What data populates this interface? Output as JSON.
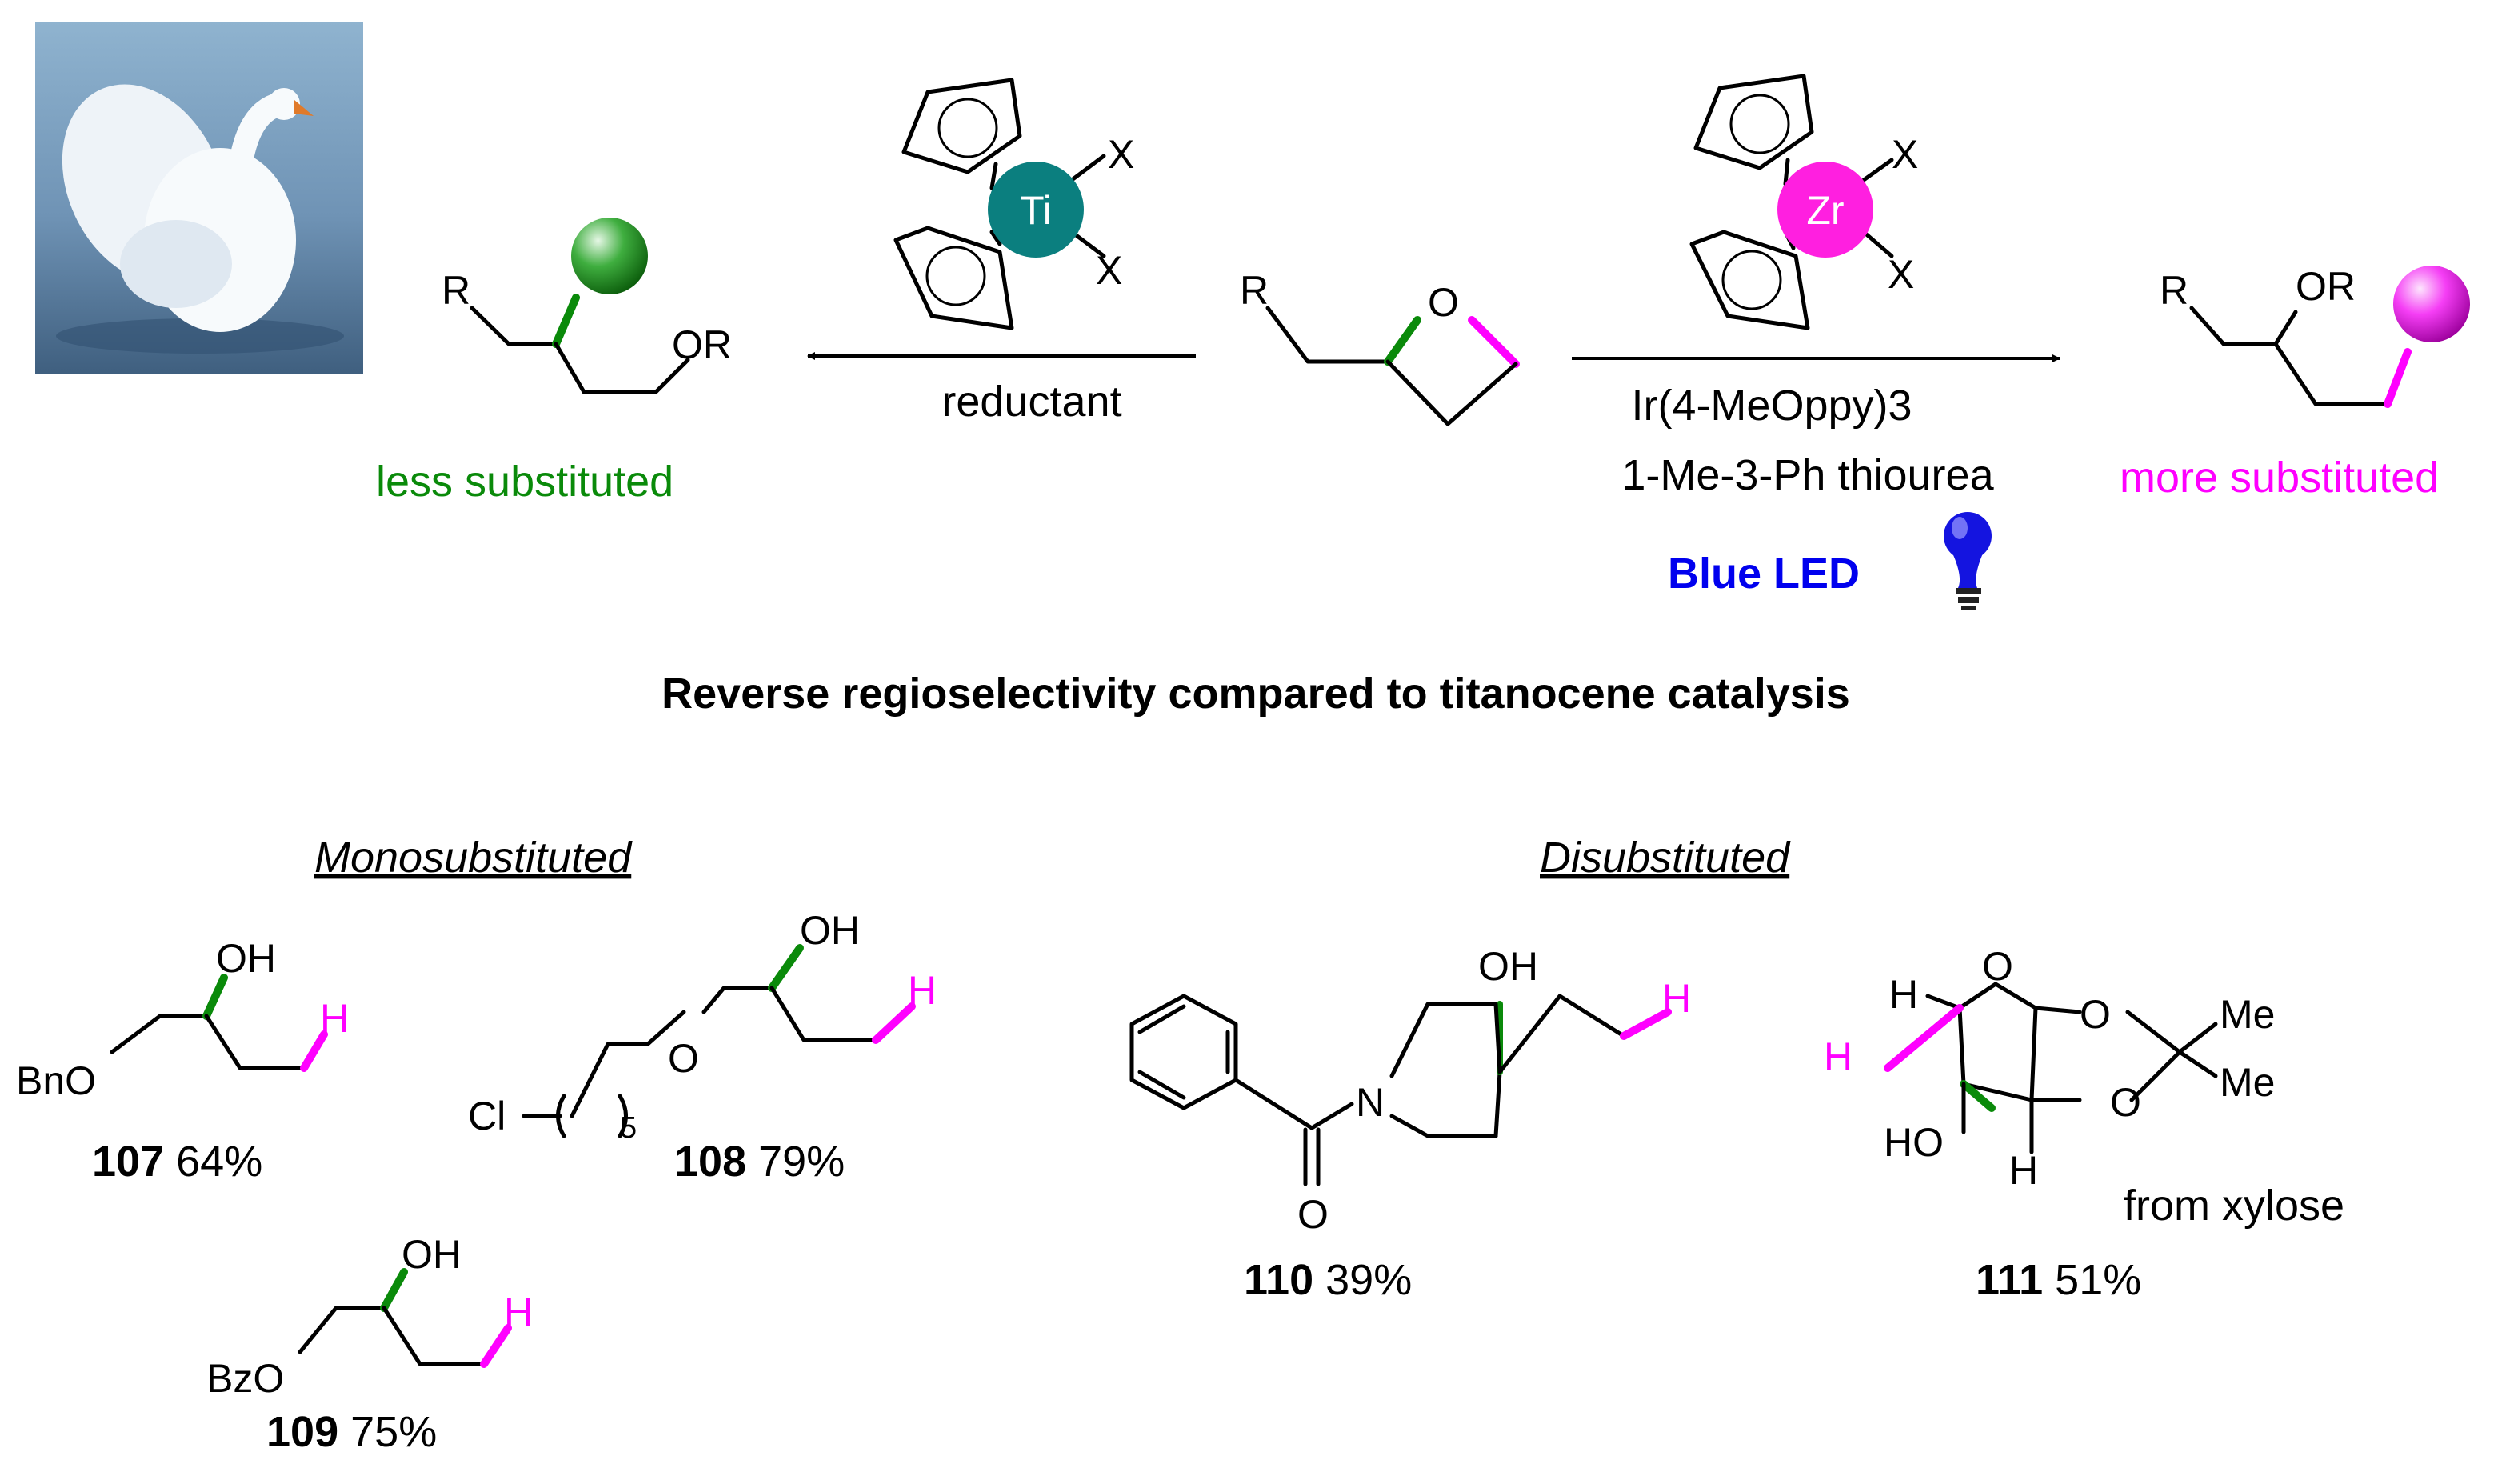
{
  "colors": {
    "green": "#0a8a0a",
    "magenta": "#ff00ff",
    "teal": "#0b7f7f",
    "blue": "#0000ee",
    "black": "#000000"
  },
  "top": {
    "left_product": {
      "atoms": {
        "r": "R",
        "or": "OR"
      },
      "caption": "less substituted"
    },
    "left_arrow": {
      "label": "reductant"
    },
    "titanocene": {
      "metal": "Ti",
      "x1": "X",
      "x2": "X"
    },
    "oxetane": {
      "r": "R",
      "o": "O"
    },
    "zirconocene": {
      "metal": "Zr",
      "x1": "X",
      "x2": "X"
    },
    "right_arrow": {
      "conditions": [
        "Ir(4-MeOppy)3",
        "1-Me-3-Ph thiourea"
      ],
      "light": "Blue LED"
    },
    "right_product": {
      "atoms": {
        "r": "R",
        "or": "OR"
      },
      "caption": "more substituted"
    },
    "headline": "Reverse regioselectivity compared to titanocene catalysis"
  },
  "sections": {
    "mono": "Monosubstituted",
    "di": "Disubstituted"
  },
  "compounds": {
    "c107": {
      "number": "107",
      "yield": "64%",
      "atoms": {
        "oh": "OH",
        "h": "H",
        "group": "BnO"
      }
    },
    "c108": {
      "number": "108",
      "yield": "79%",
      "atoms": {
        "oh": "OH",
        "h": "H",
        "o": "O",
        "cl": "Cl",
        "n": "5"
      }
    },
    "c109": {
      "number": "109",
      "yield": "75%",
      "atoms": {
        "oh": "OH",
        "h": "H",
        "group": "BzO"
      }
    },
    "c110": {
      "number": "110",
      "yield": "39%",
      "atoms": {
        "oh": "OH",
        "h": "H",
        "n": "N",
        "o": "O"
      }
    },
    "c111": {
      "number": "111",
      "yield": "51%",
      "note": "from xylose",
      "atoms": {
        "h1": "H",
        "h2": "H",
        "h3": "H",
        "ho": "HO",
        "o1": "O",
        "o2": "O",
        "o3": "O",
        "me1": "Me",
        "me2": "Me"
      }
    }
  }
}
